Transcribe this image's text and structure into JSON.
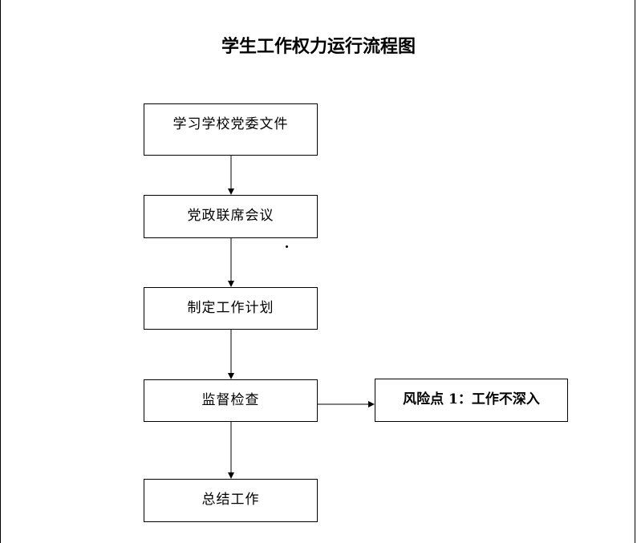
{
  "title": "学生工作权力运行流程图",
  "steps": [
    {
      "label": "学习学校党委文件"
    },
    {
      "label": "党政联席会议"
    },
    {
      "label": "制定工作计划"
    },
    {
      "label": "监督检查"
    },
    {
      "label": "总结工作"
    }
  ],
  "risk": {
    "label": "风险点 1：工作不深入"
  }
}
